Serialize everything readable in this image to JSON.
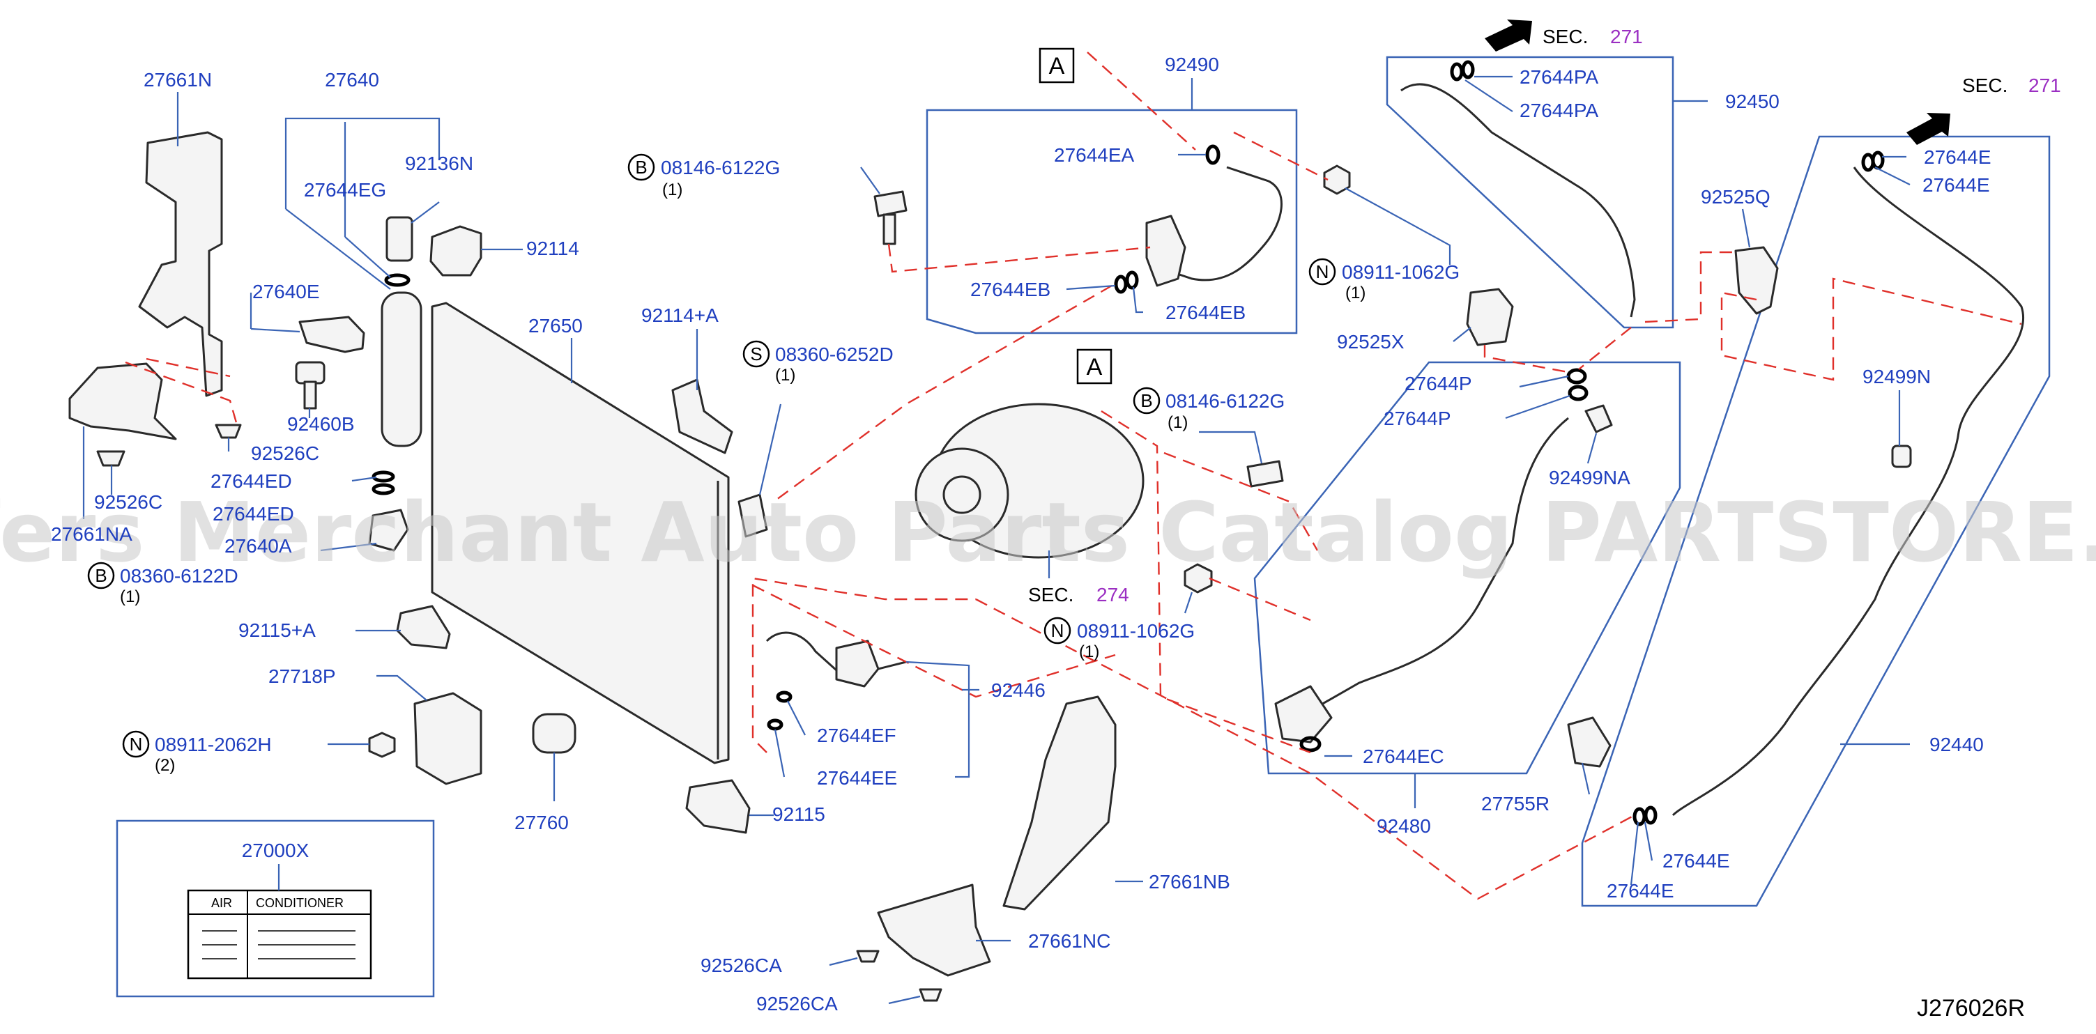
{
  "labels": {
    "l27661N": "27661N",
    "l27640": "27640",
    "l92136N": "92136N",
    "l27644EG": "27644EG",
    "l92114": "92114",
    "l27640E": "27640E",
    "l92460B": "92460B",
    "l92526C_a": "92526C",
    "l92526C_b": "92526C",
    "l27644ED_a": "27644ED",
    "l27644ED_b": "27644ED",
    "l27640A": "27640A",
    "l27661NA": "27661NA",
    "l08360_6122D": "08360-6122D",
    "l08360_6122D_qty": "(1)",
    "l27650": "27650",
    "l92114A": "92114+A",
    "l08360_6252D": "08360-6252D",
    "l08360_6252D_qty": "(1)",
    "l08146_6122G_a": "08146-6122G",
    "l08146_6122G_a_qty": "(1)",
    "l92115A": "92115+A",
    "l27718P": "27718P",
    "l08911_2062H": "08911-2062H",
    "l08911_2062H_qty": "(2)",
    "l27760": "27760",
    "l27000X": "27000X",
    "l92490": "92490",
    "l27644EA": "27644EA",
    "l27644EB_a": "27644EB",
    "l27644EB_b": "27644EB",
    "l08911_1062G_a": "08911-1062G",
    "l08911_1062G_a_qty": "(1)",
    "l92446": "92446",
    "l27644EF": "27644EF",
    "l27644EE": "27644EE",
    "l92115": "92115",
    "l08146_6122G_b": "08146-6122G",
    "l08146_6122G_b_qty": "(1)",
    "l08911_1062G_b": "08911-1062G",
    "l08911_1062G_b_qty": "(1)",
    "l27661NB": "27661NB",
    "l27661NC": "27661NC",
    "l92526CA_a": "92526CA",
    "l92526CA_b": "92526CA",
    "l27644PA_a": "27644PA",
    "l27644PA_b": "27644PA",
    "l92450": "92450",
    "l92525Q": "92525Q",
    "l92525X": "92525X",
    "l27644P_a": "27644P",
    "l27644P_b": "27644P",
    "l92499NA": "92499NA",
    "l27644EC": "27644EC",
    "l92480": "92480",
    "l27755R": "27755R",
    "l27644E_a": "27644E",
    "l27644E_b": "27644E",
    "l27644E_c": "27644E",
    "l27644E_d": "27644E",
    "l92499N": "92499N",
    "l92440": "92440"
  },
  "sections": {
    "sec_word": "SEC.",
    "sec271_a": "271",
    "sec271_b": "271",
    "sec274": "274"
  },
  "markers": {
    "A": "A",
    "B": "B",
    "S": "S",
    "N": "N"
  },
  "label_card": {
    "col1": "AIR",
    "col2": "CONDITIONER"
  },
  "diagram_ref": "J276026R",
  "watermark": "Offers Merchant Auto Parts Catalog PARTSTORE.SA",
  "colors": {
    "part_number": "#1f3fbf",
    "section_number": "#9b2fc2",
    "leader": "#3a64b5",
    "dashed_connection": "#e0302a"
  }
}
